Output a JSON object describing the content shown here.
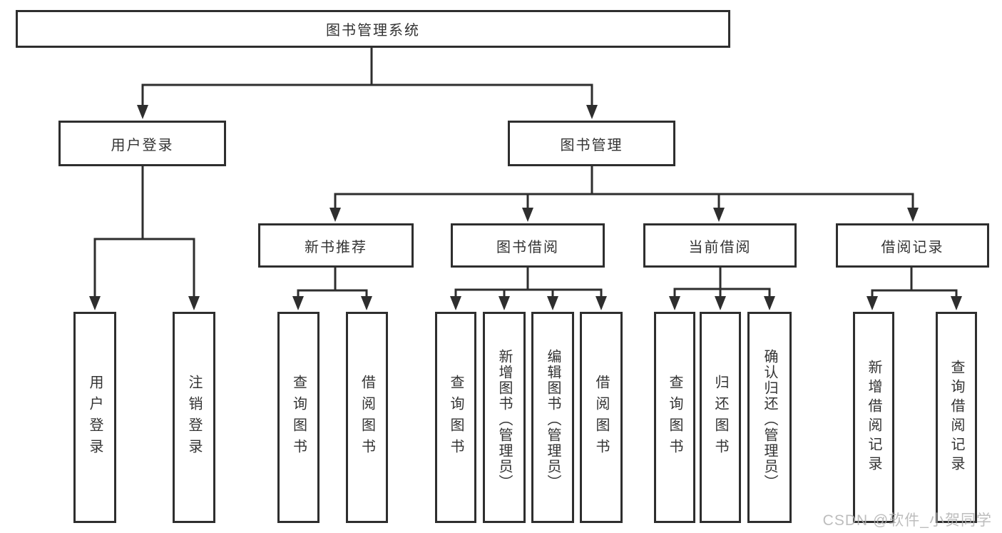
{
  "diagram": {
    "root": "图书管理系统",
    "branches": [
      {
        "label": "用户登录",
        "leaves": [
          "用户登录",
          "注销登录"
        ]
      },
      {
        "label": "图书管理",
        "groups": [
          {
            "label": "新书推荐",
            "leaves": [
              "查询图书",
              "借阅图书"
            ]
          },
          {
            "label": "图书借阅",
            "leaves": [
              "查询图书",
              "新增图书（管理员）",
              "编辑图书（管理员）",
              "借阅图书"
            ]
          },
          {
            "label": "当前借阅",
            "leaves": [
              "查询图书",
              "归还图书",
              "确认归还（管理员）"
            ]
          },
          {
            "label": "借阅记录",
            "leaves": [
              "新增借阅记录",
              "查询借阅记录"
            ]
          }
        ]
      }
    ]
  },
  "watermark": {
    "text": "CSDN @软件_小贺同学"
  },
  "colors": {
    "box_border": "#2e2e2e",
    "connector_line": "#2e2e2e",
    "text": "#333333",
    "watermark": "#b2b2b2",
    "background": "#ffffff"
  }
}
